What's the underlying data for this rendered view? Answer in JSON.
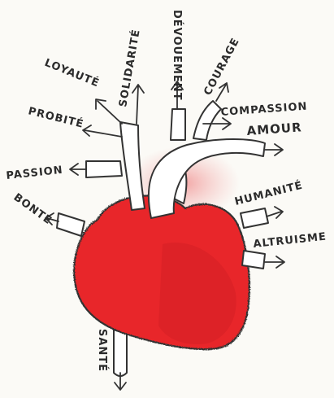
{
  "colors": {
    "heart_fill": "#e8282b",
    "heart_shadow": "#c81e22",
    "background": "#fbfaf6",
    "ink": "#2b2b2b",
    "pink_glow": "#f3b3b3"
  },
  "labels": {
    "loyaute": "LOYAUTÉ",
    "solidarite": "SOLIDARITÉ",
    "devouement": "DÉVOUEMENT",
    "courage": "COURAGE",
    "compassion": "COMPASSION",
    "amour": "AMOUR",
    "probite": "PROBITÉ",
    "passion": "PASSION",
    "humanite": "HUMANITÉ",
    "bonte": "BONTÉ",
    "altruisme": "ALTRUISME",
    "sante": "SANTÉ"
  }
}
